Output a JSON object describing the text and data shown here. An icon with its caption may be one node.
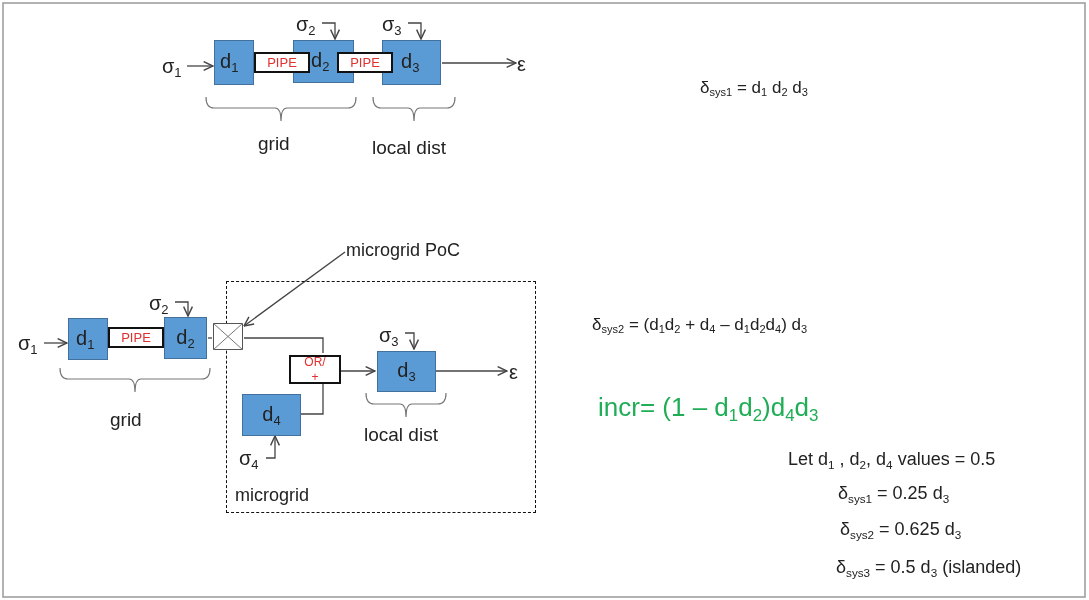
{
  "diagram": {
    "nodes": [
      {
        "text": [
          "σ$_{1}$"
        ]
      },
      {
        "text": [
          "d$_{1}$"
        ]
      },
      {
        "text": [
          "PIPE"
        ]
      },
      {
        "text": [
          "d$_{2}$"
        ]
      },
      {
        "text": [
          "PIPE"
        ]
      },
      {
        "text": [
          "d$_{3}$"
        ]
      },
      {
        "text": [
          "ε"
        ]
      },
      {
        "text": [
          "σ$_{2}$"
        ]
      },
      {
        "text": [
          "σ$_{3}$"
        ]
      },
      {
        "text": [
          "microgrid"
        ]
      },
      {
        "text": [
          "σ$_{1}$"
        ]
      },
      {
        "text": [
          "d$_{1}$"
        ]
      },
      {
        "text": [
          "PIPE"
        ]
      },
      {
        "text": [
          "d$_{2}$"
        ]
      },
      {
        "text": [
          "σ$_{2}$"
        ]
      },
      {
        "text": [],
        "shape": "box"
      },
      {
        "text": [
          "microgrid PoC"
        ]
      },
      {
        "text": [
          "OR/ +"
        ],
        "in": 9
      },
      {
        "text": [
          "d$_{3}$"
        ],
        "in": 9
      },
      {
        "text": [
          "σ$_{3}$"
        ],
        "in": 9
      },
      {
        "text": [
          "d$_{4}$"
        ],
        "in": 9
      },
      {
        "text": [
          "σ$_{4}$"
        ],
        "in": 9
      },
      {
        "text": [
          "ε"
        ],
        "in": 9
      }
    ],
    "edges": [
      {
        "from": 0,
        "to": 1,
        "arrow": "to"
      },
      {
        "from": 5,
        "to": 6,
        "arrow": "to"
      },
      {
        "from": 7,
        "to": 3,
        "arrow": "to"
      },
      {
        "from": 8,
        "to": 5,
        "arrow": "to"
      },
      {
        "from": 10,
        "to": 11,
        "arrow": "to"
      },
      {
        "from": 14,
        "to": 13,
        "arrow": "to"
      },
      {
        "from": 13,
        "to": 15,
        "arrow": "none"
      },
      {
        "from": 15,
        "to": 17,
        "arrow": "none"
      },
      {
        "from": 20,
        "to": 17,
        "arrow": "none"
      },
      {
        "from": 17,
        "to": 18,
        "arrow": "to"
      },
      {
        "from": 19,
        "to": 18,
        "arrow": "to"
      },
      {
        "from": 21,
        "to": 20,
        "arrow": "to"
      },
      {
        "from": 18,
        "to": 22,
        "arrow": "to"
      },
      {
        "from": 16,
        "to": 15,
        "arrow": "to"
      }
    ],
    "labels": [
      "grid",
      "local dist",
      "δ$_{sys1}$ = d$_{1}$ d$_{2}$ d$_{3}$",
      "grid",
      "local dist",
      "δ$_{sys2}$ = (d$_{1}$d$_{2}$ + d$_{4}$ – d$_{1}$d$_{2}$d$_{4}$) d$_{3}$",
      "incr= (1 – d$_{1}$d$_{2}$)d$_{4}$d$_{3}$",
      "Let d$_{1}$ , d$_{2}$, d$_{4}$ values = 0.5",
      "δ$_{sys1}$ = 0.25 d$_{3}$",
      "δ$_{sys2}$ = 0.625 d$_{3}$",
      "δ$_{sys3}$ = 0.5 d$_{3}$ (islanded)"
    ]
  }
}
